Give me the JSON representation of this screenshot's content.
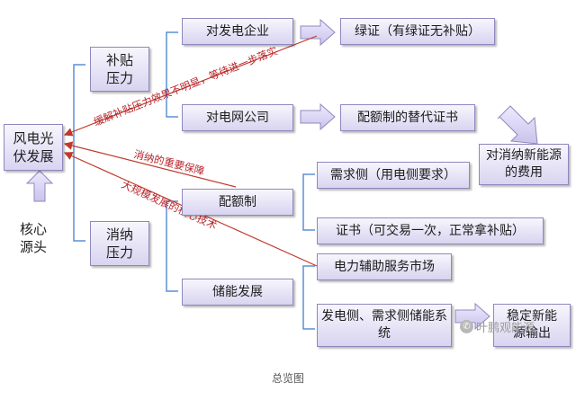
{
  "colors": {
    "box_border": "#8f88bd",
    "box_fill": "#d8d4f0",
    "bracket": "#5b8fd6",
    "red_arrow": "#c0392b",
    "arrow_fill": "#c9c3ea"
  },
  "root": {
    "label": "风电光伏发展"
  },
  "source": {
    "label": "核心源头"
  },
  "subsidy": {
    "label": "补贴压力"
  },
  "consumption": {
    "label": "消纳压力"
  },
  "power_gen_companies": {
    "label": "对发电企业"
  },
  "grid_company": {
    "label": "对电网公司"
  },
  "green_cert": {
    "label": "绿证（有绿证无补贴）"
  },
  "quota_alt": {
    "label": "配额制的替代证书"
  },
  "consumption_cost": {
    "label": "对消纳新能源的费用"
  },
  "quota": {
    "label": "配额制"
  },
  "storage": {
    "label": "储能发展"
  },
  "demand_side": {
    "label": "需求侧（用电侧要求）"
  },
  "certificate": {
    "label": "证书（可交易一次，正常拿补贴）"
  },
  "ancillary": {
    "label": "电力辅助服务市场"
  },
  "gen_demand_storage": {
    "label": "发电侧、需求侧储能系统"
  },
  "stable_new_energy": {
    "label": "稳定新能源输出"
  },
  "annotations": {
    "subsidy_note": "缓解补贴压力效果不明显，等待进一步落实",
    "quota_note": "消纳的重要保障",
    "storage_note": "大规模发展的核心技术"
  },
  "watermark": {
    "label": "叶鹏观能源"
  },
  "caption": "总览图"
}
